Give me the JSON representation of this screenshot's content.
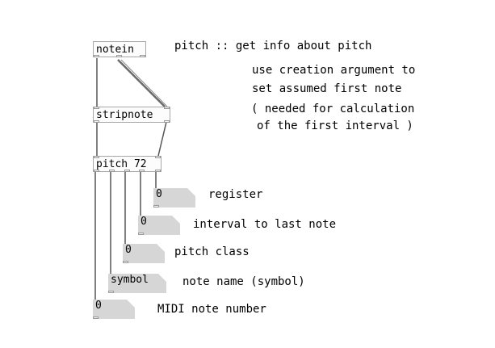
{
  "objects": {
    "notein": "notein",
    "stripnote": "stripnote",
    "pitch": "pitch 72"
  },
  "atoms": {
    "register": "0",
    "interval": "0",
    "pitch_class": "0",
    "note_name": "symbol",
    "midi_note": "0"
  },
  "comments": {
    "title": "pitch :: get info about pitch",
    "line1": "use creation argument to",
    "line2": "set assumed first note",
    "line3": "( needed for calculation",
    "line4": "of the first interval )",
    "register": "register",
    "interval": "interval to last note",
    "pitch_class": "pitch class",
    "note_name": "note name (symbol)",
    "midi_note": "MIDI note number"
  },
  "colors": {
    "wire": "#555555",
    "signal_wire": "#6b6b6b",
    "atom_bg": "#d6d6d6",
    "box_border": "#a8a8a8"
  }
}
